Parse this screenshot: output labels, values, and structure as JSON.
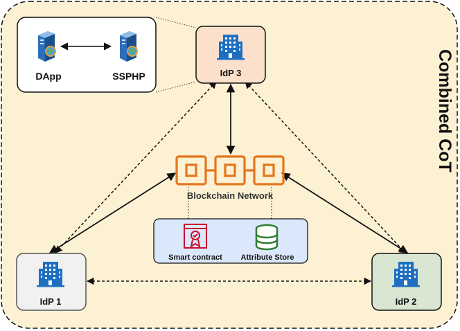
{
  "diagram": {
    "title": "Combined CoT",
    "idp1": {
      "label": "IdP 1"
    },
    "idp2": {
      "label": "IdP 2"
    },
    "idp3": {
      "label": "IdP 3"
    },
    "blockchain": {
      "label": "Blockchain Network"
    },
    "smart_contract": {
      "label": "Smart contract"
    },
    "attribute_store": {
      "label": "Attribute Store"
    },
    "dapp": {
      "label": "DApp"
    },
    "ssphp": {
      "label": "SSPHP"
    }
  },
  "colors": {
    "background": "#fdf1d4",
    "idp1_fill": "#f1f1f1",
    "idp2_fill": "#d8e6d2",
    "idp3_fill": "#fbe0cc",
    "building_blue": "#1e6fc2",
    "chain_orange": "#e3761c",
    "contract_panel": "#dbe7fa",
    "contract_red": "#c8102e",
    "store_green": "#2e7d32"
  }
}
